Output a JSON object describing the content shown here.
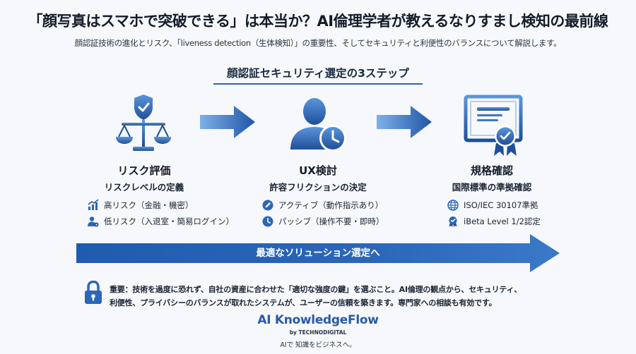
{
  "header": {
    "title": "「顔写真はスマホで突破できる」は本当か？AI倫理学者が教えるなりすまし検知の最前線",
    "subtitle": "顔認証技術の進化とリスク、「liveness detection（生体検知）」の重要性、そしてセキュリティと利便性のバランスについて解説します。"
  },
  "section": {
    "heading": "顔認証セキュリティ選定の3ステップ"
  },
  "steps": [
    {
      "icon": "scales-shield-icon",
      "title": "リスク評価",
      "subtitle": "リスクレベルの定義",
      "bullets": [
        {
          "icon": "chart-icon",
          "text": "高リスク（金融・機密）"
        },
        {
          "icon": "user-gear-icon",
          "text": "低リスク（入退室・簡易ログイン）"
        }
      ]
    },
    {
      "icon": "user-clock-icon",
      "title": "UX検討",
      "subtitle": "許容フリクションの決定",
      "bullets": [
        {
          "icon": "pen-icon",
          "text": "アクティブ（動作指示あり）"
        },
        {
          "icon": "clock-icon",
          "text": "パッシブ（操作不要・即時）"
        }
      ]
    },
    {
      "icon": "certificate-icon",
      "title": "規格確認",
      "subtitle": "国際標準の準拠確認",
      "bullets": [
        {
          "icon": "globe-icon",
          "text": "ISO/IEC 30107準拠"
        },
        {
          "icon": "badge-icon",
          "text": "iBeta Level 1/2認定"
        }
      ]
    }
  ],
  "flow": {
    "label": "最適なソリューション選定へ"
  },
  "note": {
    "line1": "重要：技術を過度に恐れず、自社の資産に合わせた「適切な強度の鍵」を選ぶこと。AI倫理の観点から、セキュリティ、",
    "line2": "利便性、プライバシーのバランスが取れたシステムが、ユーザーの信頼を築きます。専門家への相談も有効です。"
  },
  "brand": {
    "name": "AI KnowledgeFlow",
    "by": "by TECHNODIGITAL",
    "tagline": "AIで 知識をビジネスへ。"
  },
  "colors": {
    "primary": "#2b66b8",
    "dark": "#1e4f96",
    "light": "#6aa0e0"
  }
}
